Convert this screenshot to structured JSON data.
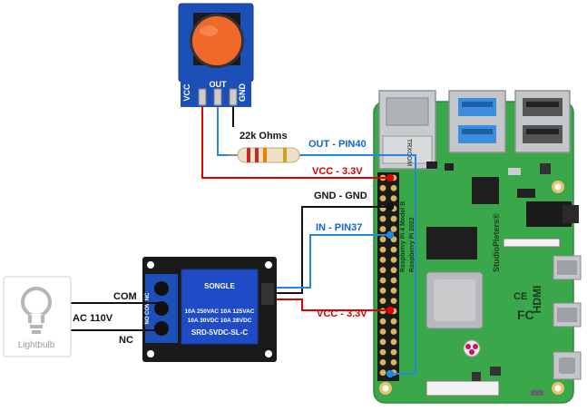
{
  "button_module": {
    "pins": [
      "VCC",
      "OUT",
      "GND"
    ],
    "cap_color": "#f0682a"
  },
  "resistor": {
    "label": "22k Ohms"
  },
  "wires": {
    "out_label": "OUT - PIN40",
    "vcc_top_label": "VCC - 3.3V",
    "gnd_label": "GND - GND",
    "in_label": "IN - PIN37",
    "vcc_bottom_label": "VCC - 3.3V",
    "com_label": "COM",
    "ac_label": "AC 110V",
    "nc_label": "NC"
  },
  "lightbulb": {
    "label": "Lightbulb"
  },
  "relay": {
    "brand": "SONGLE",
    "spec_lines": [
      "10A 250VAC   10A 125VAC",
      "10A  30VDC   10A  28VDC"
    ],
    "model": "SRD-5VDC-SL-C",
    "pin_labels": [
      "NO",
      "COM",
      "NC"
    ]
  },
  "raspberry_pi": {
    "model_text": "Raspberry Pi 4 Model B",
    "copyright_text": "Raspberry Pi 2022",
    "brand_text": "StudioPieters®",
    "hdmi_text": "HDMI",
    "ethernet_text": "TRXCOM"
  },
  "colors": {
    "blue_wire": "#1e88e5",
    "red_wire": "#e00000",
    "black_wire": "#111111",
    "label_blue": "#1565c0",
    "label_red": "#d40000",
    "board_green": "#3aa84a",
    "relay_blue": "#1f4bc6"
  }
}
